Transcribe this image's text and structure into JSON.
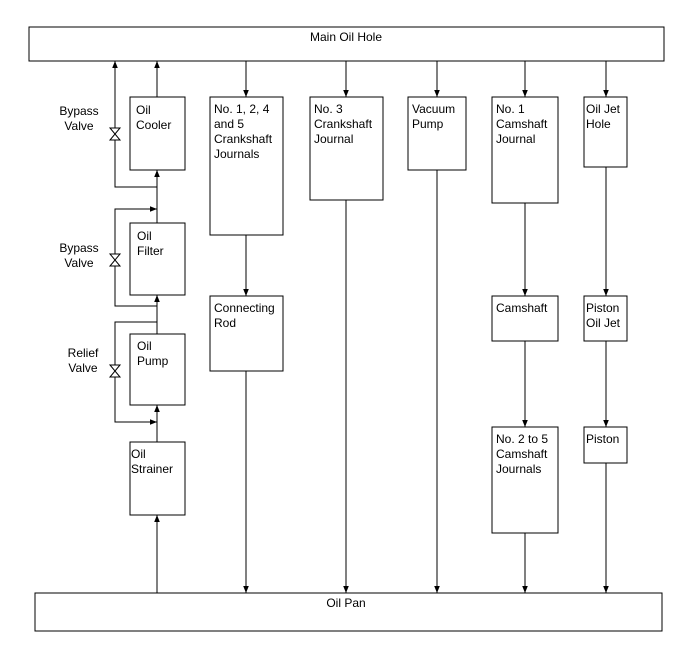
{
  "diagram": {
    "main_oil_hole": "Main Oil Hole",
    "oil_pan": "Oil Pan",
    "oil_cooler": [
      "Oil",
      "Cooler"
    ],
    "oil_filter": [
      "Oil",
      "Filter"
    ],
    "oil_pump": [
      "Oil",
      "Pump"
    ],
    "oil_strainer": [
      "Oil",
      "Strainer"
    ],
    "crank_journals_1245": [
      "No. 1, 2, 4",
      "and 5",
      "Crankshaft",
      "Journals"
    ],
    "crank_journal_3": [
      "No. 3",
      "Crankshaft",
      "Journal"
    ],
    "vacuum_pump": [
      "Vacuum",
      "Pump"
    ],
    "cam_journal_1": [
      "No. 1",
      "Camshaft",
      "Journal"
    ],
    "oil_jet_hole": [
      "Oil Jet",
      "Hole"
    ],
    "connecting_rod": [
      "Connecting",
      "Rod"
    ],
    "camshaft": "Camshaft",
    "piston_oil_jet": [
      "Piston",
      "Oil Jet"
    ],
    "cam_journals_2to5": [
      "No. 2 to 5",
      "Camshaft",
      "Journals"
    ],
    "piston": "Piston",
    "bypass_valve_cooler": [
      "Bypass",
      "Valve"
    ],
    "bypass_valve_filter": [
      "Bypass",
      "Valve"
    ],
    "relief_valve": [
      "Relief",
      "Valve"
    ]
  }
}
